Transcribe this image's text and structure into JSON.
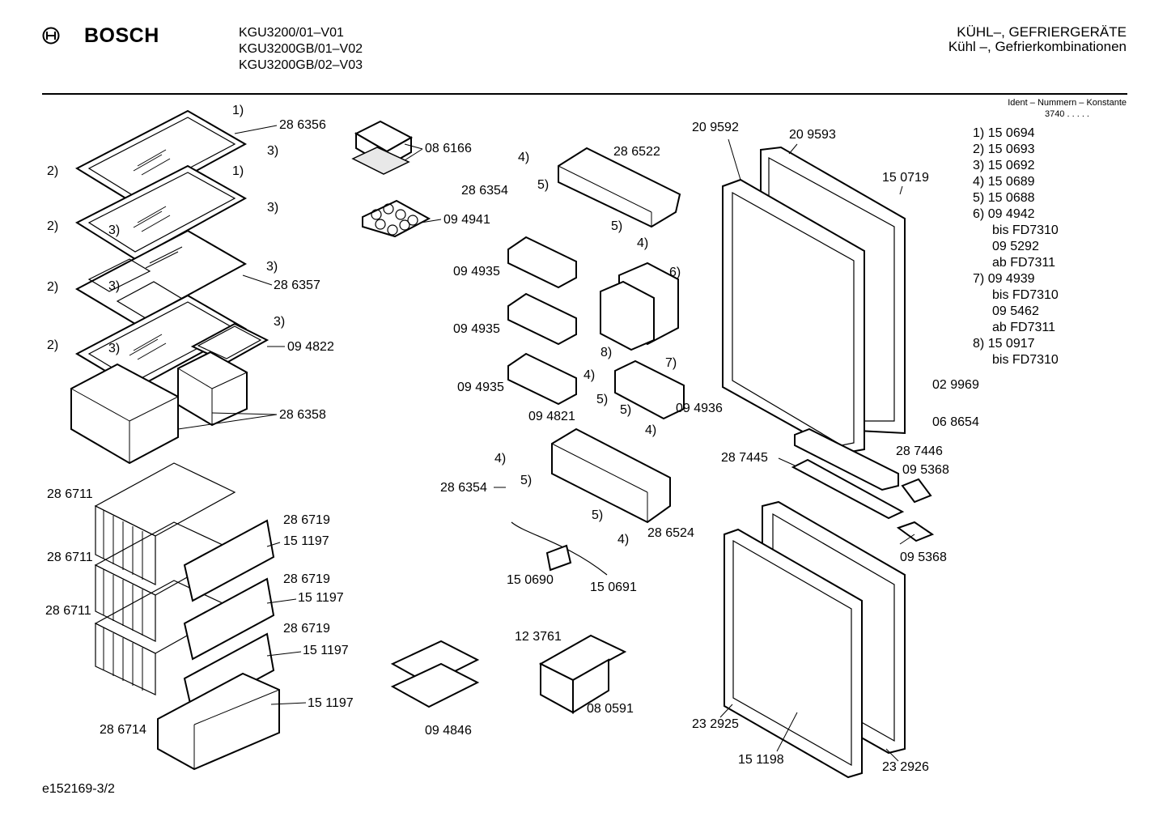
{
  "header": {
    "brand": "BOSCH",
    "models": [
      "KGU3200/01–V01",
      "KGU3200GB/01–V02",
      "KGU3200GB/02–V03"
    ],
    "category": [
      "KÜHL–, GEFRIERGERÄTE",
      "Kühl –, Gefrierkombinationen"
    ]
  },
  "legend": {
    "heading": "Ident – Nummern – Konstante",
    "code": "3740 . . . . .",
    "items": [
      {
        "key": "1)",
        "value": "15 0694"
      },
      {
        "key": "2)",
        "value": "15 0693"
      },
      {
        "key": "3)",
        "value": "15 0692"
      },
      {
        "key": "4)",
        "value": "15 0689"
      },
      {
        "key": "5)",
        "value": "15 0688"
      },
      {
        "key": "6)",
        "value": "09 4942",
        "notes": [
          "bis FD7310",
          "09 5292",
          "ab FD7311"
        ]
      },
      {
        "key": "7)",
        "value": "09 4939",
        "notes": [
          "bis FD7310",
          "09 5462",
          "ab FD7311"
        ]
      },
      {
        "key": "8)",
        "value": "15 0917",
        "notes": [
          "bis FD7310"
        ]
      }
    ]
  },
  "labels": [
    {
      "id": "l1",
      "text": "1)"
    },
    {
      "id": "l2",
      "text": "28 6356"
    },
    {
      "id": "l3",
      "text": "3)"
    },
    {
      "id": "l4",
      "text": "2)"
    },
    {
      "id": "l5",
      "text": "1)"
    },
    {
      "id": "l6",
      "text": "3)"
    },
    {
      "id": "l7",
      "text": "2)"
    },
    {
      "id": "l8",
      "text": "3)"
    },
    {
      "id": "l9",
      "text": "3)"
    },
    {
      "id": "l10",
      "text": "2)"
    },
    {
      "id": "l11",
      "text": "3)"
    },
    {
      "id": "l12",
      "text": "28 6357"
    },
    {
      "id": "l13",
      "text": "3)"
    },
    {
      "id": "l14",
      "text": "2)"
    },
    {
      "id": "l15",
      "text": "3)"
    },
    {
      "id": "l16",
      "text": "09 4822"
    },
    {
      "id": "l17",
      "text": "28 6358"
    },
    {
      "id": "l18",
      "text": "08 6166"
    },
    {
      "id": "l19",
      "text": "09 4941"
    },
    {
      "id": "l20",
      "text": "4)"
    },
    {
      "id": "l21",
      "text": "28 6354"
    },
    {
      "id": "l22",
      "text": "5)"
    },
    {
      "id": "l23",
      "text": "28 6522"
    },
    {
      "id": "l24",
      "text": "5)"
    },
    {
      "id": "l25",
      "text": "4)"
    },
    {
      "id": "l26",
      "text": "09 4935"
    },
    {
      "id": "l27",
      "text": "6)"
    },
    {
      "id": "l28",
      "text": "09 4935"
    },
    {
      "id": "l29",
      "text": "8)"
    },
    {
      "id": "l30",
      "text": "7)"
    },
    {
      "id": "l31",
      "text": "09 4935"
    },
    {
      "id": "l32",
      "text": "4)"
    },
    {
      "id": "l33",
      "text": "5)"
    },
    {
      "id": "l34",
      "text": "09 4821"
    },
    {
      "id": "l35",
      "text": "5)"
    },
    {
      "id": "l36",
      "text": "4)"
    },
    {
      "id": "l37",
      "text": "09 4936"
    },
    {
      "id": "l38",
      "text": "4)"
    },
    {
      "id": "l39",
      "text": "28 6354"
    },
    {
      "id": "l40",
      "text": "5)"
    },
    {
      "id": "l41",
      "text": "5)"
    },
    {
      "id": "l42",
      "text": "4)"
    },
    {
      "id": "l43",
      "text": "28 6524"
    },
    {
      "id": "l44",
      "text": "15 0690"
    },
    {
      "id": "l45",
      "text": "15 0691"
    },
    {
      "id": "l46",
      "text": "12 3761"
    },
    {
      "id": "l47",
      "text": "08 0591"
    },
    {
      "id": "l48",
      "text": "09 4846"
    },
    {
      "id": "l49",
      "text": "28 6711"
    },
    {
      "id": "l50",
      "text": "28 6719"
    },
    {
      "id": "l51",
      "text": "15 1197"
    },
    {
      "id": "l52",
      "text": "28 6711"
    },
    {
      "id": "l53",
      "text": "28 6719"
    },
    {
      "id": "l54",
      "text": "15 1197"
    },
    {
      "id": "l55",
      "text": "28 6711"
    },
    {
      "id": "l56",
      "text": "28 6719"
    },
    {
      "id": "l57",
      "text": "15 1197"
    },
    {
      "id": "l58",
      "text": "15 1197"
    },
    {
      "id": "l59",
      "text": "28 6714"
    },
    {
      "id": "l60",
      "text": "20 9592"
    },
    {
      "id": "l61",
      "text": "20 9593"
    },
    {
      "id": "l62",
      "text": "15 0719"
    },
    {
      "id": "l63",
      "text": "02 9969"
    },
    {
      "id": "l64",
      "text": "06 8654"
    },
    {
      "id": "l65",
      "text": "28 7446"
    },
    {
      "id": "l66",
      "text": "28 7445"
    },
    {
      "id": "l67",
      "text": "09 5368"
    },
    {
      "id": "l68",
      "text": "09 5368"
    },
    {
      "id": "l69",
      "text": "23 2925"
    },
    {
      "id": "l70",
      "text": "15 1198"
    },
    {
      "id": "l71",
      "text": "23 2926"
    }
  ],
  "footer": {
    "code": "e152169-3/2"
  }
}
